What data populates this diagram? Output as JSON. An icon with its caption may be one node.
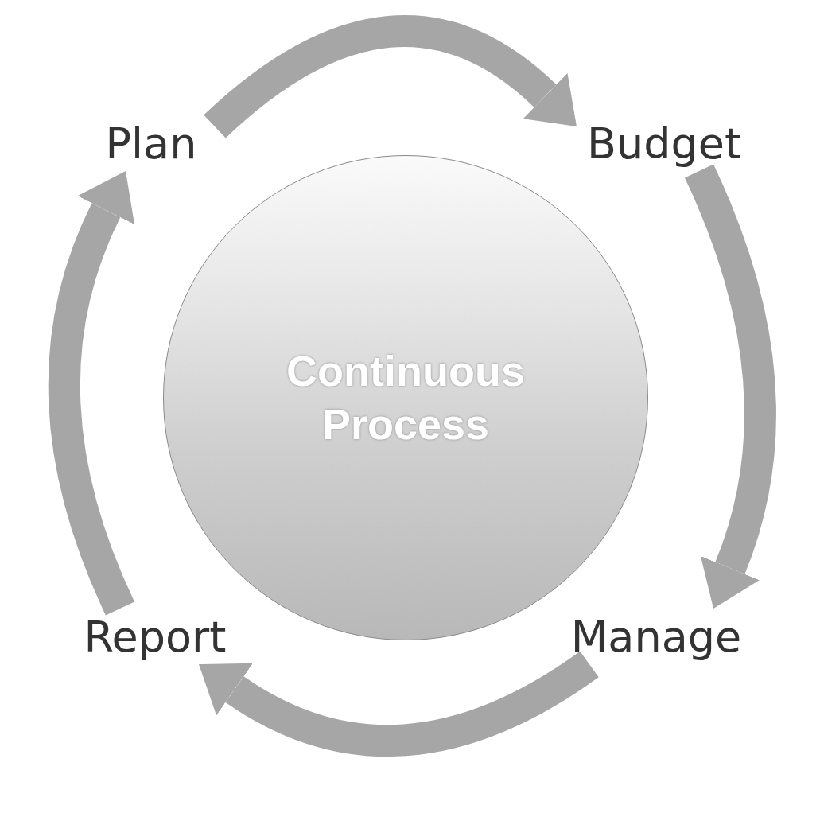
{
  "diagram": {
    "nodes": [
      {
        "text": [
          "Continuous Process"
        ]
      },
      {
        "text": [
          "Plan"
        ]
      },
      {
        "text": [
          "Budget"
        ]
      },
      {
        "text": [
          "Manage"
        ]
      },
      {
        "text": [
          "Report"
        ]
      }
    ],
    "edges": [
      {
        "from": 1,
        "to": 2,
        "arrow": "to"
      },
      {
        "from": 2,
        "to": 3,
        "arrow": "to"
      },
      {
        "from": 3,
        "to": 4,
        "arrow": "to"
      },
      {
        "from": 4,
        "to": 1,
        "arrow": "to"
      }
    ]
  }
}
